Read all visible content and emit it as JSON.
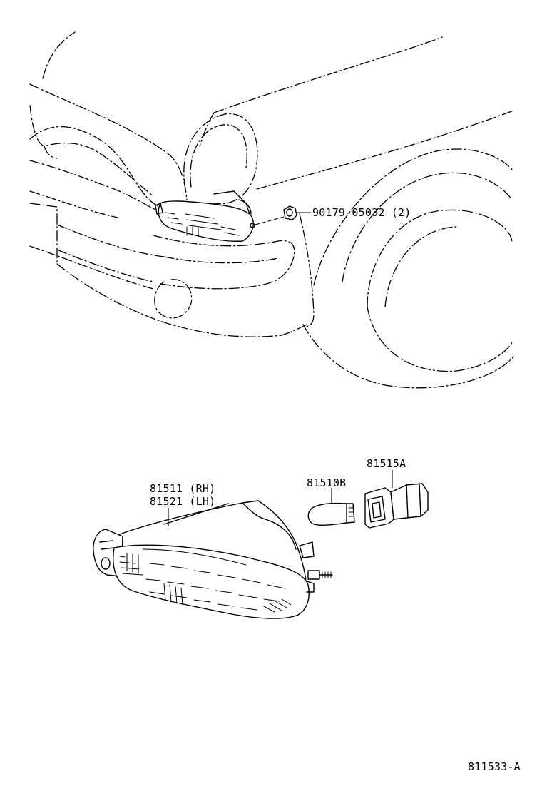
{
  "callouts": {
    "nut": "90179-05032 (2)",
    "lamp_rh": "81511 (RH)",
    "lamp_lh": "81521 (LH)",
    "bulb": "81510B",
    "socket": "81515A"
  },
  "diagram_code": "811533-A"
}
